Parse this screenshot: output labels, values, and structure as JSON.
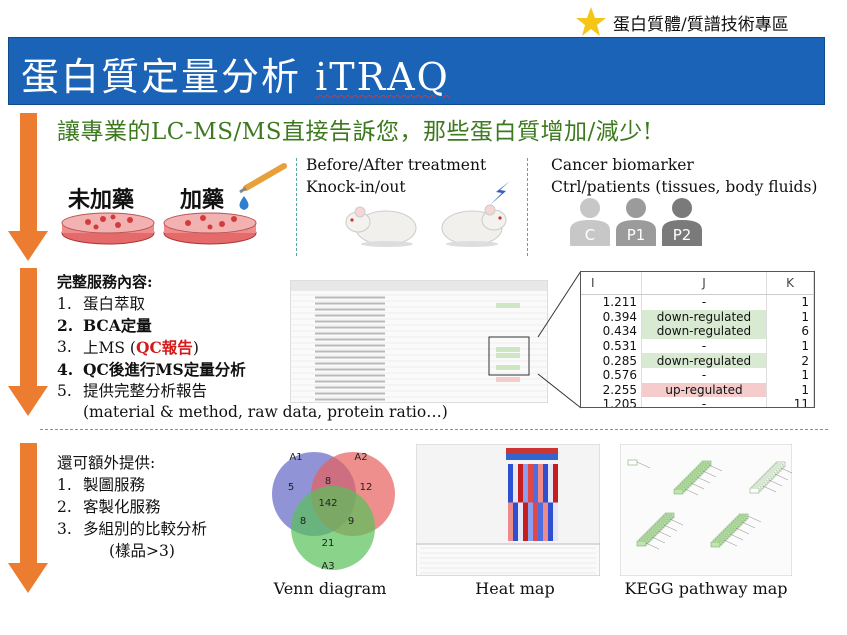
{
  "badge": {
    "label": "蛋白質體/質譜技術專區"
  },
  "title": {
    "cjk": "蛋白質定量分析 ",
    "latin": "iTRAQ"
  },
  "subtitle": "讓專業的LC-MS/MS直接告訴您，那些蛋白質增加/減少!",
  "section1": {
    "dish_left": "未加藥",
    "dish_right": "加藥",
    "mouse_lines": [
      "Before/After treatment",
      "Knock-in/out"
    ],
    "biomarker_lines": [
      "Cancer biomarker",
      "Ctrl/patients (tissues, body fluids)"
    ],
    "people": [
      "C",
      "P1",
      "P2"
    ]
  },
  "services": {
    "heading": "完整服務內容:",
    "items": [
      {
        "num": "1.",
        "text": "蛋白萃取"
      },
      {
        "num": "2.",
        "text": "BCA定量"
      },
      {
        "num": "3.",
        "pre": "上MS (",
        "red": "QC報告",
        "post": ")"
      },
      {
        "num": "4.",
        "text": "QC後進行MS定量分析"
      },
      {
        "num": "5.",
        "text": "提供完整分析報告"
      }
    ],
    "detail": "(material & method, raw data, protein ratio…)"
  },
  "zoom_table": {
    "headers": [
      "I",
      "J",
      "K"
    ],
    "rows": [
      {
        "i": "1.211",
        "j": "-",
        "k": "1",
        "status": "none"
      },
      {
        "i": "0.394",
        "j": "down-regulated",
        "k": "1",
        "status": "down"
      },
      {
        "i": "0.434",
        "j": "down-regulated",
        "k": "6",
        "status": "down"
      },
      {
        "i": "0.531",
        "j": "-",
        "k": "1",
        "status": "none"
      },
      {
        "i": "0.285",
        "j": "down-regulated",
        "k": "2",
        "status": "down"
      },
      {
        "i": "0.576",
        "j": "-",
        "k": "1",
        "status": "none"
      },
      {
        "i": "2.255",
        "j": "up-regulated",
        "k": "1",
        "status": "up"
      },
      {
        "i": "1.205",
        "j": "-",
        "k": "11",
        "status": "none"
      }
    ]
  },
  "extra": {
    "heading": "還可額外提供:",
    "items": [
      {
        "num": "1.",
        "text": "製圖服務"
      },
      {
        "num": "2.",
        "text": "客製化服務"
      },
      {
        "num": "3.",
        "text": "多組別的比較分析"
      }
    ],
    "note": "(樣品>3)"
  },
  "venn": {
    "labels": {
      "a1": "A1",
      "a2": "A2",
      "a3": "A3"
    },
    "values": {
      "a1_only": "5",
      "a2_only": "12",
      "a3_only": "21",
      "a1_a2": "8",
      "a1_a3": "8",
      "a2_a3": "9",
      "all": "142"
    }
  },
  "captions": {
    "venn": "Venn diagram",
    "heatmap": "Heat map",
    "kegg": "KEGG pathway map"
  },
  "colors": {
    "banner": "#1a63b6",
    "arrow": "#ec7c30",
    "subtitle": "#3d7a1f",
    "red": "#d41a1a"
  }
}
